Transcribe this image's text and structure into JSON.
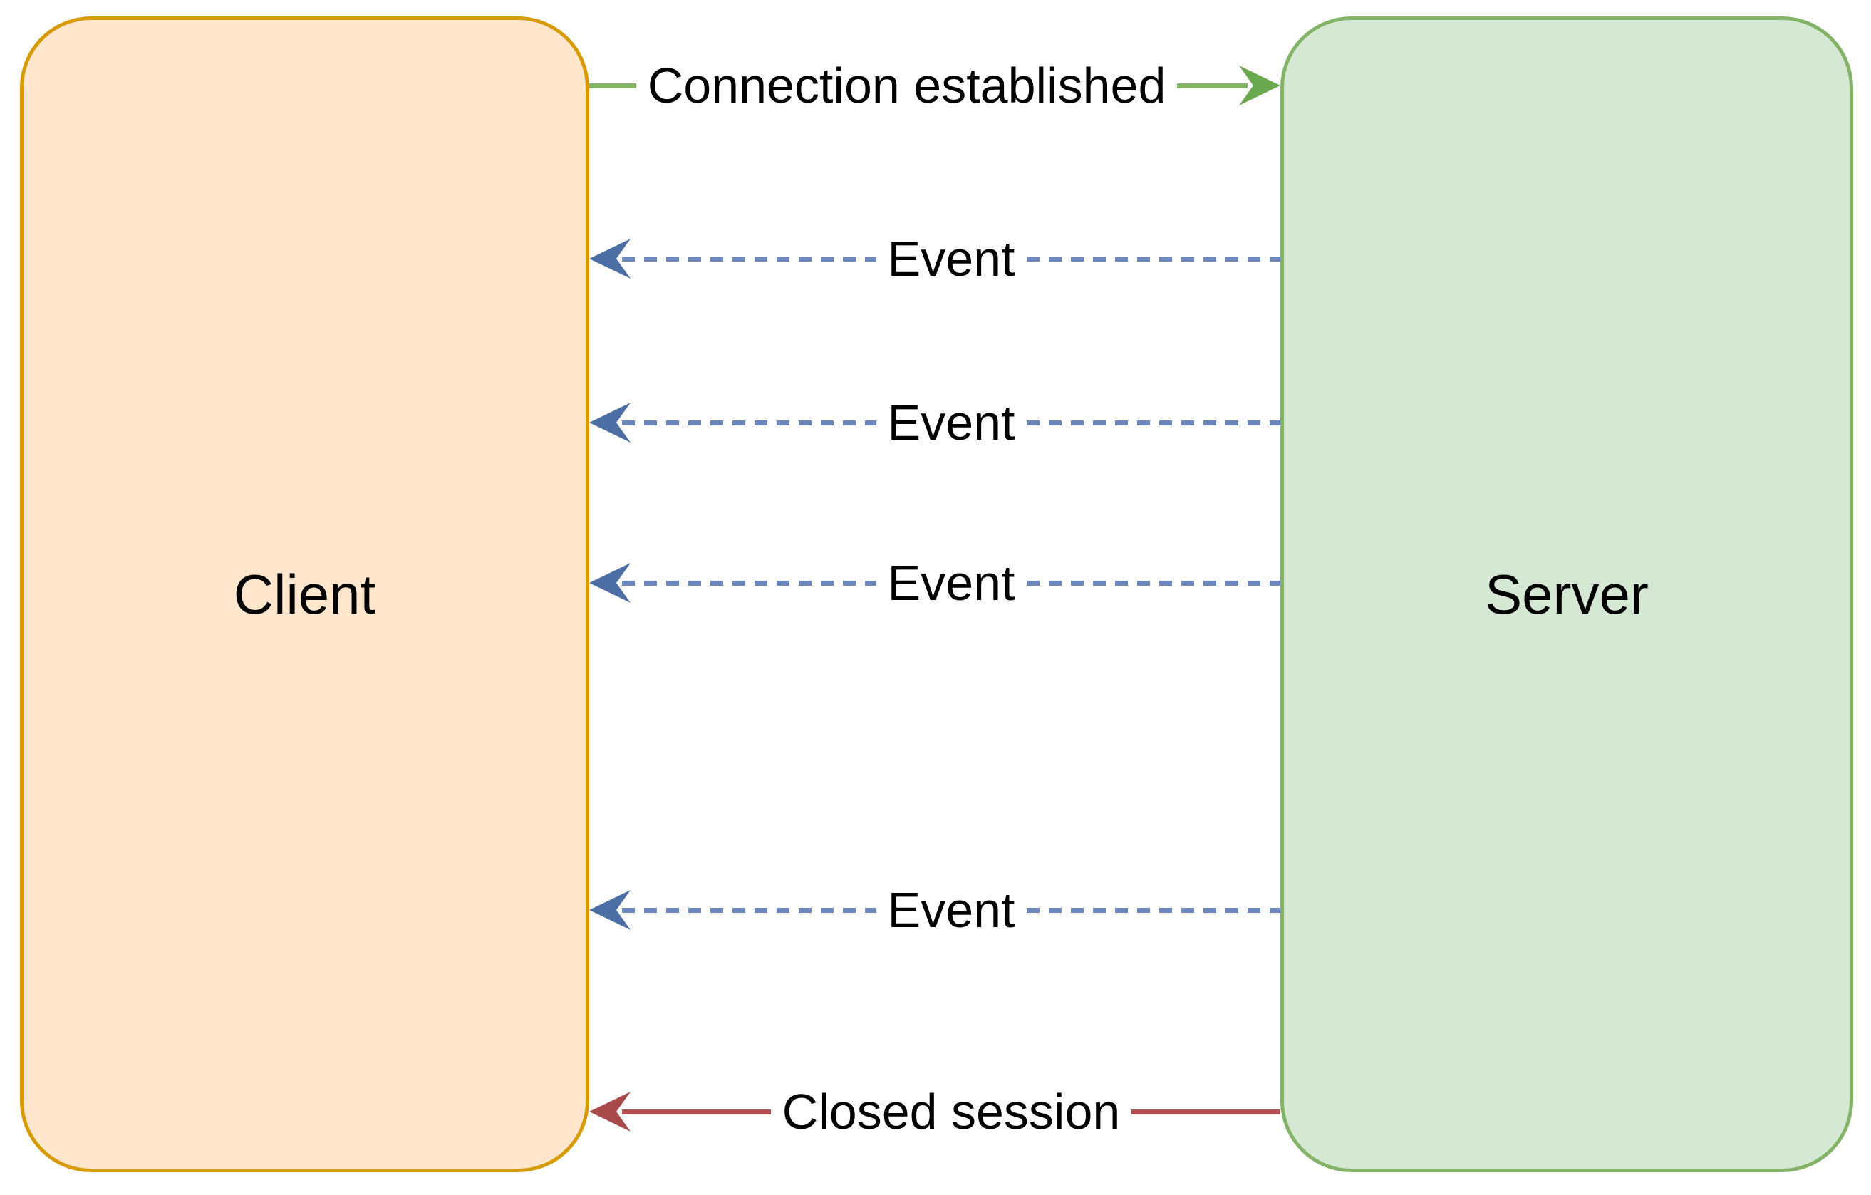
{
  "diagram_type": "sequence-diagram",
  "nodes": {
    "client": {
      "label": "Client",
      "fill_color": "#ffe6cc",
      "border_color": "#d79b00"
    },
    "server": {
      "label": "Server",
      "fill_color": "#d5e8d4",
      "border_color": "#82b366"
    }
  },
  "messages": [
    {
      "label": "Connection established",
      "from": "client",
      "to": "server",
      "style": "solid",
      "line_color": "#82b366",
      "arrow_color": "#6aa84f"
    },
    {
      "label": "Event",
      "from": "server",
      "to": "client",
      "style": "dashed",
      "line_color": "#6c87bb",
      "arrow_color": "#4d6da5"
    },
    {
      "label": "Event",
      "from": "server",
      "to": "client",
      "style": "dashed",
      "line_color": "#6c87bb",
      "arrow_color": "#4d6da5"
    },
    {
      "label": "Event",
      "from": "server",
      "to": "client",
      "style": "dashed",
      "line_color": "#6c87bb",
      "arrow_color": "#4d6da5"
    },
    {
      "label": "Event",
      "from": "server",
      "to": "client",
      "style": "dashed",
      "line_color": "#6c87bb",
      "arrow_color": "#4d6da5"
    },
    {
      "label": "Closed session",
      "from": "server",
      "to": "client",
      "style": "solid",
      "line_color": "#b05050",
      "arrow_color": "#a84a4a"
    }
  ]
}
